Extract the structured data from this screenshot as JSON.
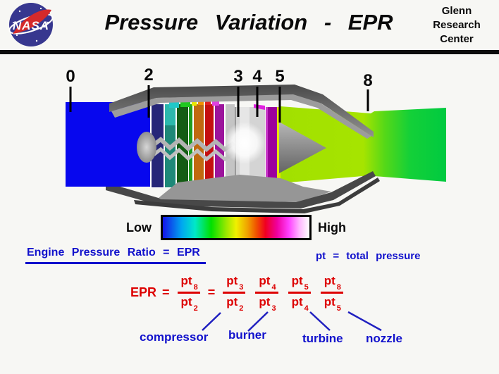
{
  "header": {
    "logo_text": "NASA",
    "title": "Pressure Variation - EPR",
    "org_line1": "Glenn",
    "org_line2": "Research",
    "org_line3": "Center"
  },
  "stations": {
    "s0": "0",
    "s2": "2",
    "s3": "3",
    "s4": "4",
    "s5": "5",
    "s8": "8"
  },
  "colorbar": {
    "low_label": "Low",
    "high_label": "High"
  },
  "definitions": {
    "epr": "Engine Pressure Ratio = EPR",
    "pt": "pt = total pressure"
  },
  "equation": {
    "lhs": "EPR",
    "eq1": "=",
    "eq2": "=",
    "f0": {
      "num": "pt",
      "num_sub": "8",
      "den": "pt",
      "den_sub": "2"
    },
    "f1": {
      "num": "pt",
      "num_sub": "3",
      "den": "pt",
      "den_sub": "2"
    },
    "f2": {
      "num": "pt",
      "num_sub": "4",
      "den": "pt",
      "den_sub": "3"
    },
    "f3": {
      "num": "pt",
      "num_sub": "5",
      "den": "pt",
      "den_sub": "4"
    },
    "f4": {
      "num": "pt",
      "num_sub": "8",
      "den": "pt",
      "den_sub": "5"
    }
  },
  "components": {
    "c0": "compressor",
    "c1": "burner",
    "c2": "turbine",
    "c3": "nozzle"
  },
  "colors": {
    "inlet_blue": "#0707ee",
    "exhaust_low": "#a4e000",
    "exhaust_high": "#00ca40",
    "equation_red": "#dd0000",
    "label_blue": "#1111cc",
    "scale_low": "#1414e8",
    "scale_high": "#ffffff"
  }
}
